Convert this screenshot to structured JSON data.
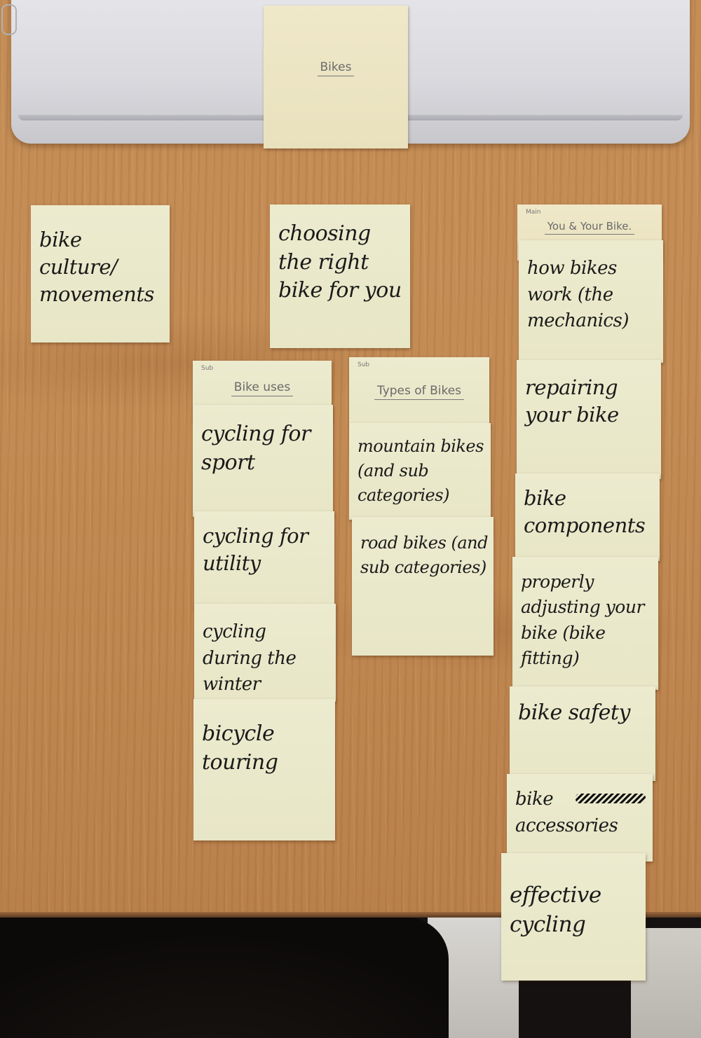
{
  "top_card": {
    "label": "Bikes"
  },
  "main_categories": {
    "culture": "bike culture/ movements",
    "choosing": "choosing the right bike for you",
    "you_and_bike": {
      "tag": "Main",
      "heading": "You & Your Bike."
    }
  },
  "bike_uses": {
    "tag": "Sub",
    "heading": "Bike uses",
    "items": [
      "cycling for sport",
      "cycling for utility",
      "cycling during the winter",
      "bicycle touring"
    ]
  },
  "types_of_bikes": {
    "tag": "Sub",
    "heading": "Types of Bikes",
    "items": [
      "mountain bikes (and sub categories)",
      "road bikes (and sub categories)"
    ]
  },
  "you_and_bike_items": [
    "how bikes work (the mechanics)",
    "repairing your bike",
    "bike components",
    "properly adjusting your bike (bike fitting)",
    "bike safety",
    "bike accessories",
    "effective cycling"
  ],
  "colors": {
    "note": "#ecebcf",
    "desk": "#c58e57",
    "laptop": "#dcdce0",
    "ink": "#1a1a1a"
  }
}
